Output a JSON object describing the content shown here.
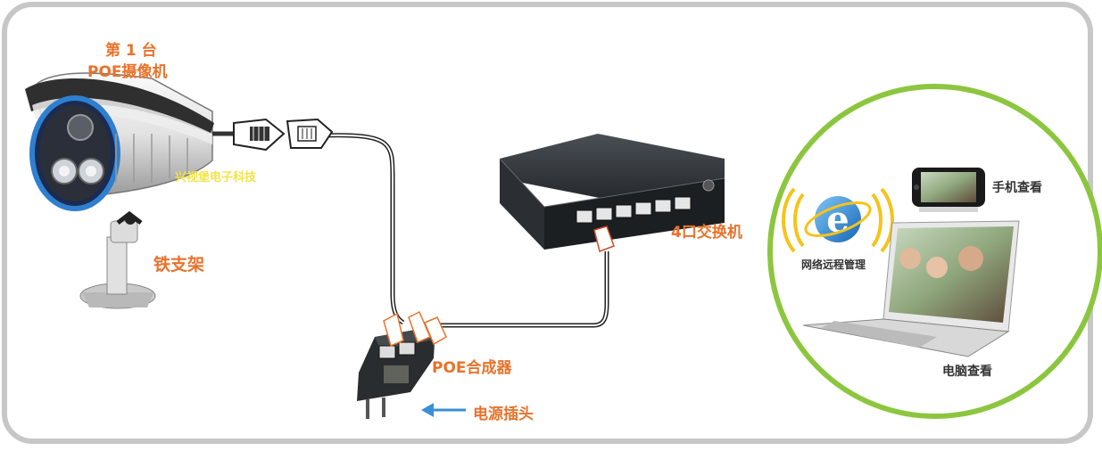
{
  "camera": {
    "title_line1": "第 1 台",
    "title_line2": "POE摄像机",
    "brand_text": "兴视堡电子科技"
  },
  "bracket": {
    "label": "铁支架"
  },
  "switch": {
    "label": "4口交换机"
  },
  "poe_injector": {
    "label": "POE合成器"
  },
  "power_plug": {
    "label": "电源插头"
  },
  "remote": {
    "ie_label": "网络远程管理",
    "phone_label": "手机查看",
    "laptop_label": "电脑查看"
  },
  "colors": {
    "label_orange": "#e8722a",
    "circle_green": "#8cc63f",
    "arrow_blue": "#3a8fd6",
    "frame_gray": "#c7c7c7"
  }
}
